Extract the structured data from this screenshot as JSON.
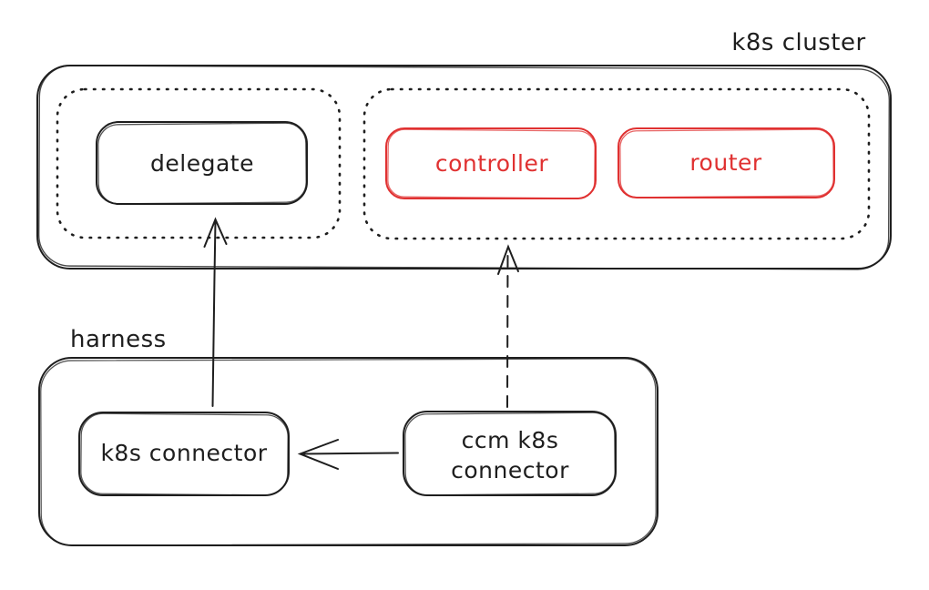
{
  "diagram": {
    "type": "architecture-sketch",
    "colors": {
      "ink": "#1e1e1e",
      "accent_red": "#e03131",
      "background": "#ffffff"
    },
    "clusters": {
      "k8s_cluster": {
        "label": "k8s cluster",
        "style": "solid rounded rectangle, label above top-right",
        "children": [
          "delegate_pod_group",
          "ccm_pod_group"
        ]
      },
      "delegate_pod_group": {
        "label": "",
        "style": "dotted rounded rectangle",
        "children": [
          "delegate"
        ]
      },
      "ccm_pod_group": {
        "label": "",
        "style": "dotted rounded rectangle",
        "children": [
          "controller",
          "router"
        ]
      },
      "harness": {
        "label": "harness",
        "style": "solid rounded rectangle, label above top-left",
        "children": [
          "k8s_connector",
          "ccm_k8s_connector"
        ]
      }
    },
    "nodes": {
      "delegate": {
        "label": "delegate",
        "stroke": "#1e1e1e",
        "text_color": "#1e1e1e"
      },
      "controller": {
        "label": "controller",
        "stroke": "#e03131",
        "text_color": "#e03131"
      },
      "router": {
        "label": "router",
        "stroke": "#e03131",
        "text_color": "#e03131"
      },
      "k8s_connector": {
        "label": "k8s connector",
        "stroke": "#1e1e1e",
        "text_color": "#1e1e1e"
      },
      "ccm_k8s_connector": {
        "label_lines": [
          "ccm k8s",
          "connector"
        ],
        "stroke": "#1e1e1e",
        "text_color": "#1e1e1e"
      }
    },
    "edges": [
      {
        "from": "k8s_connector",
        "to": "delegate",
        "style": "solid",
        "arrowhead": "open-v-up"
      },
      {
        "from": "ccm_k8s_connector",
        "to": "ccm_pod_group",
        "style": "dashed",
        "arrowhead": "open-v-up"
      },
      {
        "from": "ccm_k8s_connector",
        "to": "k8s_connector",
        "style": "solid",
        "arrowhead": "open-v-left"
      }
    ]
  }
}
